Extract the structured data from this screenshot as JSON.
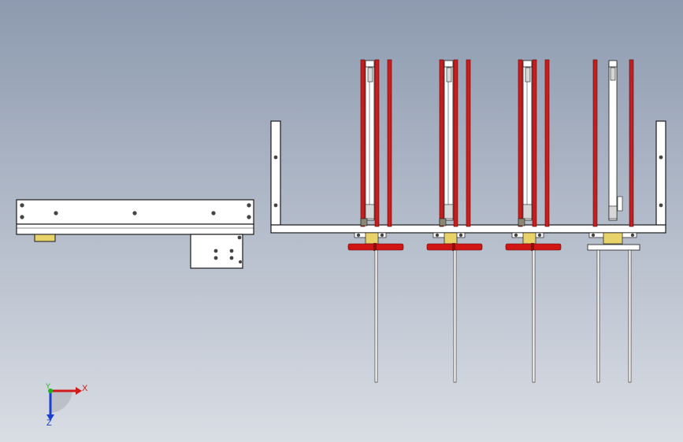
{
  "viewport": {
    "background_top": "#8d9aaf",
    "background_bottom": "#d9dde4"
  },
  "colors": {
    "part_fill": "#ffffff",
    "part_edge": "#1a1a1a",
    "rod_red": "#c61e1e",
    "flange_red": "#d11414",
    "brass": "#e8d26a",
    "screw": "#444444",
    "gray_block": "#8b8672",
    "axis_x": "#d11b1b",
    "axis_y": "#1db31d",
    "axis_z": "#1b3fd1"
  },
  "axis_triad": {
    "x_label": "X",
    "y_label": "Y",
    "z_label": "Z"
  },
  "assembly": {
    "modules": [
      {
        "type": "cylinder",
        "flange": "red"
      },
      {
        "type": "cylinder",
        "flange": "red"
      },
      {
        "type": "cylinder",
        "flange": "red"
      },
      {
        "type": "cylinder",
        "flange": "white"
      }
    ]
  }
}
